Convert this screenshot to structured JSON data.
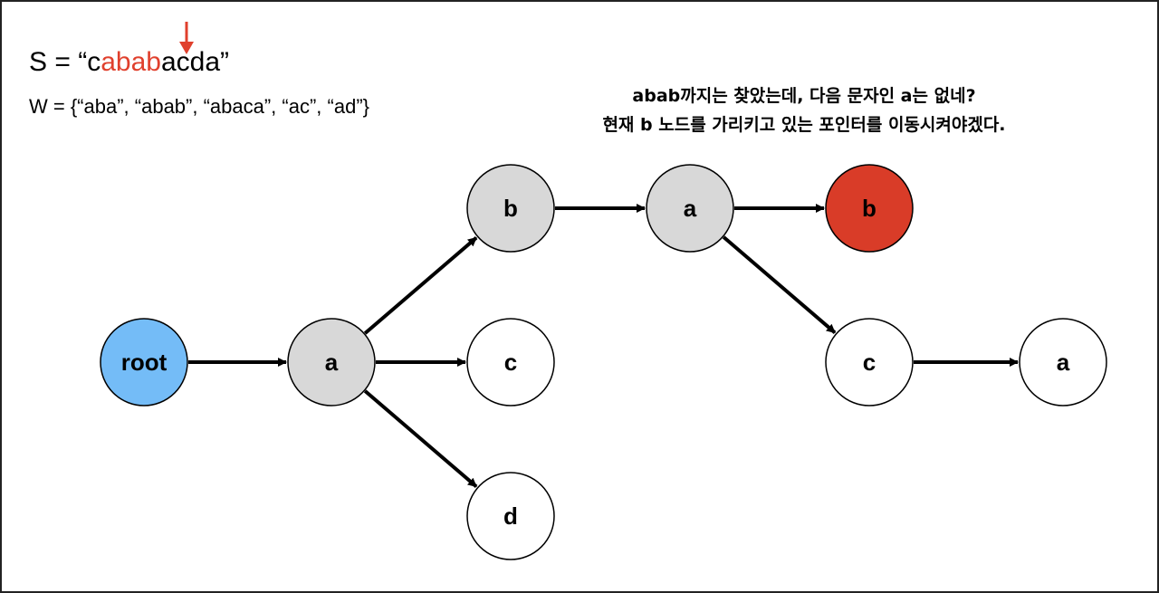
{
  "header": {
    "s_prefix": "S = “c",
    "s_highlight": "abab",
    "s_suffix": "acda”",
    "w_line": "W = {“aba”, “abab”, “abaca”, “ac”, “ad”}"
  },
  "caption": {
    "line1": "abab까지는 찾았는데, 다음 문자인 a는 없네?",
    "line2": "현재 b 노드를 가리키고 있는 포인터를 이동시켜야겠다."
  },
  "colors": {
    "root_fill": "#74bcf7",
    "visited_fill": "#d8d8d8",
    "current_fill": "#d93c28",
    "default_fill": "#ffffff",
    "pointer_arrow": "#e0402d",
    "highlight_text": "#e0402d"
  },
  "trie": {
    "nodes": [
      {
        "id": "root",
        "label": "root",
        "state": "root"
      },
      {
        "id": "a1",
        "label": "a",
        "state": "visited"
      },
      {
        "id": "b1",
        "label": "b",
        "state": "visited"
      },
      {
        "id": "c1",
        "label": "c",
        "state": "default"
      },
      {
        "id": "d1",
        "label": "d",
        "state": "default"
      },
      {
        "id": "a2",
        "label": "a",
        "state": "visited"
      },
      {
        "id": "b2",
        "label": "b",
        "state": "current"
      },
      {
        "id": "c2",
        "label": "c",
        "state": "default"
      },
      {
        "id": "a3",
        "label": "a",
        "state": "default"
      }
    ],
    "edges": [
      {
        "from": "root",
        "to": "a1"
      },
      {
        "from": "a1",
        "to": "b1"
      },
      {
        "from": "a1",
        "to": "c1"
      },
      {
        "from": "a1",
        "to": "d1"
      },
      {
        "from": "b1",
        "to": "a2"
      },
      {
        "from": "a2",
        "to": "b2"
      },
      {
        "from": "a2",
        "to": "c2"
      },
      {
        "from": "c2",
        "to": "a3"
      }
    ]
  }
}
